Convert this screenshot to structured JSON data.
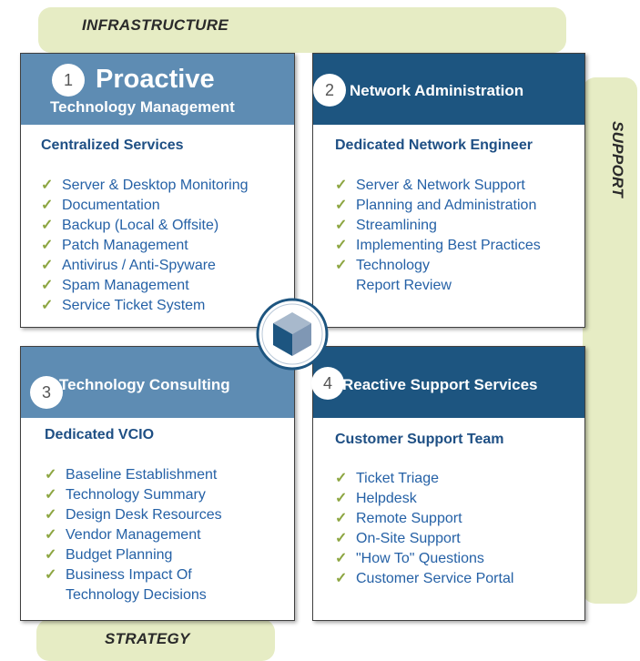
{
  "bands": {
    "top": "INFRASTRUCTURE",
    "right": "SUPPORT",
    "bottom": "STRATEGY"
  },
  "colors": {
    "band": "#e6ecc4",
    "header_light": "#5e8cb3",
    "header_dark": "#1d5580",
    "subtitle": "#1e4f84",
    "item_text": "#2561a6",
    "check": "#8da642"
  },
  "hub_icon": "cube-icon",
  "quadrants": [
    {
      "number": "1",
      "title_main": "Proactive",
      "title_sub": "Technology Management",
      "subtitle": "Centralized Services",
      "items": [
        "Server & Desktop Monitoring",
        "Documentation",
        "Backup (Local & Offsite)",
        "Patch Management",
        "Antivirus / Anti-Spyware",
        "Spam Management",
        "Service Ticket System"
      ]
    },
    {
      "number": "2",
      "title": "Network Administration",
      "subtitle": "Dedicated Network Engineer",
      "items": [
        "Server & Network Support",
        "Planning and Administration",
        "Streamlining",
        "Implementing Best Practices",
        "Technology",
        "Report Review"
      ]
    },
    {
      "number": "3",
      "title": "Technology Consulting",
      "subtitle": "Dedicated VCIO",
      "items": [
        "Baseline Establishment",
        "Technology Summary",
        "Design Desk Resources",
        "Vendor Management",
        "Budget Planning",
        "Business Impact Of",
        "Technology Decisions"
      ]
    },
    {
      "number": "4",
      "title": "Reactive Support Services",
      "subtitle": "Customer Support Team",
      "items": [
        "Ticket Triage",
        "Helpdesk",
        "Remote Support",
        "On-Site Support",
        "\"How To\" Questions",
        "Customer Service Portal"
      ]
    }
  ]
}
